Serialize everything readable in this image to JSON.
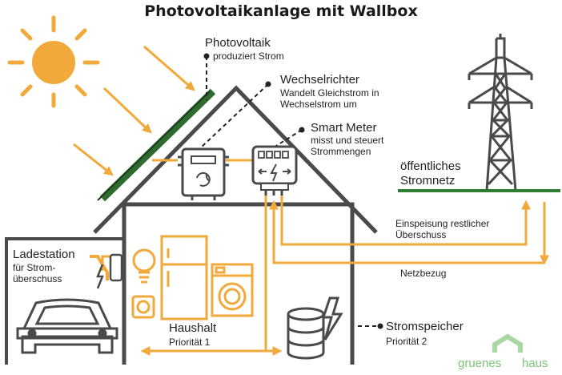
{
  "title": "Photovoltaikanlage mit Wallbox",
  "labels": {
    "photovoltaik": {
      "title": "Photovoltaik",
      "sub": "produziert Strom"
    },
    "wechselrichter": {
      "title": "Wechselrichter",
      "sub1": "Wandelt Gleichstrom in",
      "sub2": "Wechselstrom um"
    },
    "smart_meter": {
      "title": "Smart Meter",
      "sub1": "misst und steuert",
      "sub2": "Strommengen"
    },
    "stromnetz": {
      "line1": "öffentliches",
      "line2": "Stromnetz"
    },
    "einspeisung": {
      "line1": "Einspeisung restlicher",
      "line2": "Überschuss"
    },
    "netzbezug": "Netzbezug",
    "ladestation": {
      "title": "Ladestation",
      "sub1": "für Strom-",
      "sub2": "überschuss"
    },
    "haushalt": {
      "title": "Haushalt",
      "sub": "Priorität 1"
    },
    "stromspeicher": {
      "title": "Stromspeicher",
      "sub": "Priorität 2"
    }
  },
  "logo": {
    "left": "gruenes",
    "right": "haus"
  },
  "colors": {
    "flow": "#f2a93b",
    "outline": "#4a4a4a",
    "panel": "#2f6b2f",
    "grid": "#2e7d32",
    "logo": "#7cc576"
  },
  "icons": [
    "sun-icon",
    "solar-panel-icon",
    "inverter-icon",
    "smart-meter-icon",
    "pylon-icon",
    "wallbox-icon",
    "car-icon",
    "lightbulb-icon",
    "fridge-icon",
    "washing-machine-icon",
    "socket-icon",
    "battery-icon",
    "house-logo-icon"
  ]
}
